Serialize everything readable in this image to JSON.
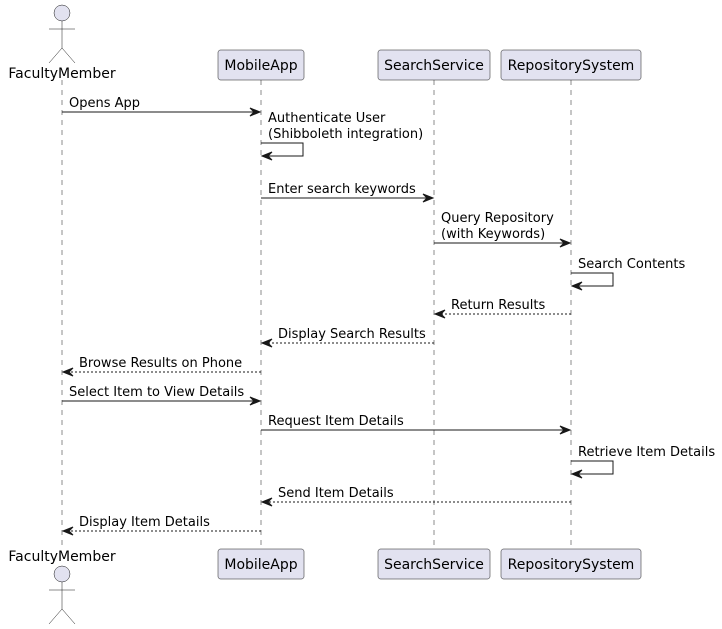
{
  "diagram": {
    "participants": [
      {
        "id": "faculty",
        "label": "FacultyMember",
        "kind": "actor"
      },
      {
        "id": "app",
        "label": "MobileApp",
        "kind": "participant"
      },
      {
        "id": "search",
        "label": "SearchService",
        "kind": "participant"
      },
      {
        "id": "repo",
        "label": "RepositorySystem",
        "kind": "participant"
      }
    ],
    "messages": [
      {
        "from": "faculty",
        "to": "app",
        "lines": [
          "Opens App"
        ],
        "style": "solid"
      },
      {
        "from": "app",
        "to": "app",
        "lines": [
          "Authenticate User",
          "(Shibboleth integration)"
        ],
        "style": "solid"
      },
      {
        "from": "app",
        "to": "search",
        "lines": [
          "Enter search keywords"
        ],
        "style": "solid"
      },
      {
        "from": "search",
        "to": "repo",
        "lines": [
          "Query Repository",
          "(with Keywords)"
        ],
        "style": "solid"
      },
      {
        "from": "repo",
        "to": "repo",
        "lines": [
          "Search Contents"
        ],
        "style": "solid"
      },
      {
        "from": "repo",
        "to": "search",
        "lines": [
          "Return Results"
        ],
        "style": "dashed"
      },
      {
        "from": "search",
        "to": "app",
        "lines": [
          "Display Search Results"
        ],
        "style": "dashed"
      },
      {
        "from": "app",
        "to": "faculty",
        "lines": [
          "Browse Results on Phone"
        ],
        "style": "dashed"
      },
      {
        "from": "faculty",
        "to": "app",
        "lines": [
          "Select Item to View Details"
        ],
        "style": "solid"
      },
      {
        "from": "app",
        "to": "repo",
        "lines": [
          "Request Item Details"
        ],
        "style": "solid"
      },
      {
        "from": "repo",
        "to": "repo",
        "lines": [
          "Retrieve Item Details"
        ],
        "style": "solid"
      },
      {
        "from": "repo",
        "to": "app",
        "lines": [
          "Send Item Details"
        ],
        "style": "dashed"
      },
      {
        "from": "app",
        "to": "faculty",
        "lines": [
          "Display Item Details"
        ],
        "style": "dashed"
      }
    ]
  }
}
